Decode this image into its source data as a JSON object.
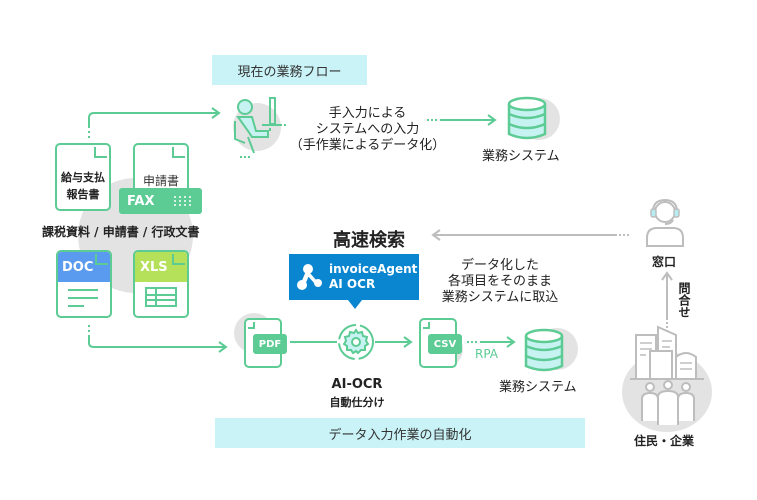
{
  "colors": {
    "accent_green": "#5ccb94",
    "banner_bg": "#c9f3f7",
    "brand_blue": "#0a86d0",
    "doc_blue": "#5b9bef",
    "xls_green": "#b5e05a",
    "gray": "#bdbdbd"
  },
  "top_section": {
    "banner": "現在の業務フロー",
    "manual_input_lines": [
      "手入力による",
      "システムへの入力",
      "（手作業によるデータ化）"
    ],
    "system_label": "業務システム"
  },
  "documents": {
    "payroll_doc_lines": [
      "給与支払",
      "報告書"
    ],
    "application_doc": "申請書",
    "fax_label": "FAX",
    "caption": "課税資料 / 申請書 / 行政文書",
    "doc_label": "DOC",
    "xls_label": "XLS"
  },
  "search": {
    "title": "高速検索"
  },
  "product": {
    "name_line1": "invoiceAgent",
    "name_line2": "AI OCR"
  },
  "bottom_section": {
    "description_lines": [
      "データ化した",
      "各項目をそのまま",
      "業務システムに取込"
    ],
    "pdf_label": "PDF",
    "ocr_label": "AI-OCR",
    "ocr_sublabel": "自動仕分け",
    "csv_label": "CSV",
    "rpa_label": "RPA",
    "system_label": "業務システム",
    "banner": "データ入力作業の自動化"
  },
  "right_side": {
    "window_label": "窓口",
    "inquiry_label": "問合せ",
    "citizens_label": "住民・企業"
  }
}
